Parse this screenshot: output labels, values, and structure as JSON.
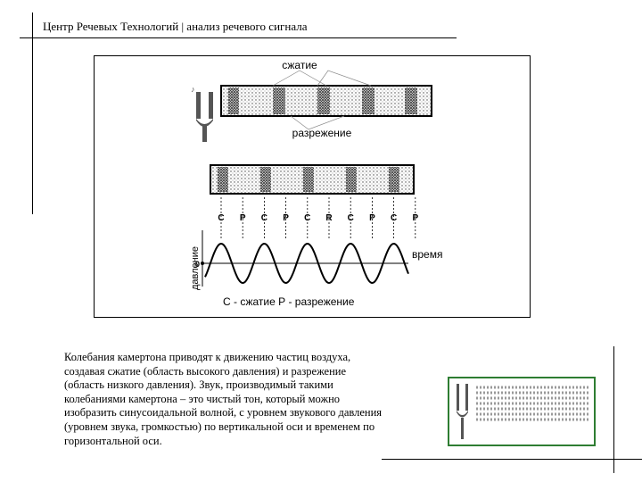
{
  "header": {
    "title": "Центр Речевых Технологий | анализ речевого сигнала"
  },
  "figure": {
    "label_compression_top": "сжатие",
    "label_rarefaction_top": "разрежение",
    "cp_markers": [
      "С",
      "Р",
      "С",
      "Р",
      "С",
      "R",
      "С",
      "Р",
      "С",
      "Р"
    ],
    "axis_y_label": "давление",
    "axis_x_label": "время",
    "origin_label": "0",
    "legend": "С - сжатие   Р - разрежение"
  },
  "body": {
    "lines": [
      "Колебания камертона приводят к движению частиц воздуха,",
      "создавая сжатие (область высокого давления) и разрежение",
      "(область низкого давления). Звук, производимый такими",
      "колебаниями камертона – это чистый тон, который можно",
      "изобразить синусоидальной волной, с уровнем звукового давления",
      "(уровнем звука, громкостью) по вертикальной оси и временем по",
      "горизонтальной оси."
    ]
  },
  "colors": {
    "accent_border": "#2e7d32",
    "tuning_fork": "#555555"
  },
  "icons": {
    "fork": "tuning-fork-icon"
  }
}
